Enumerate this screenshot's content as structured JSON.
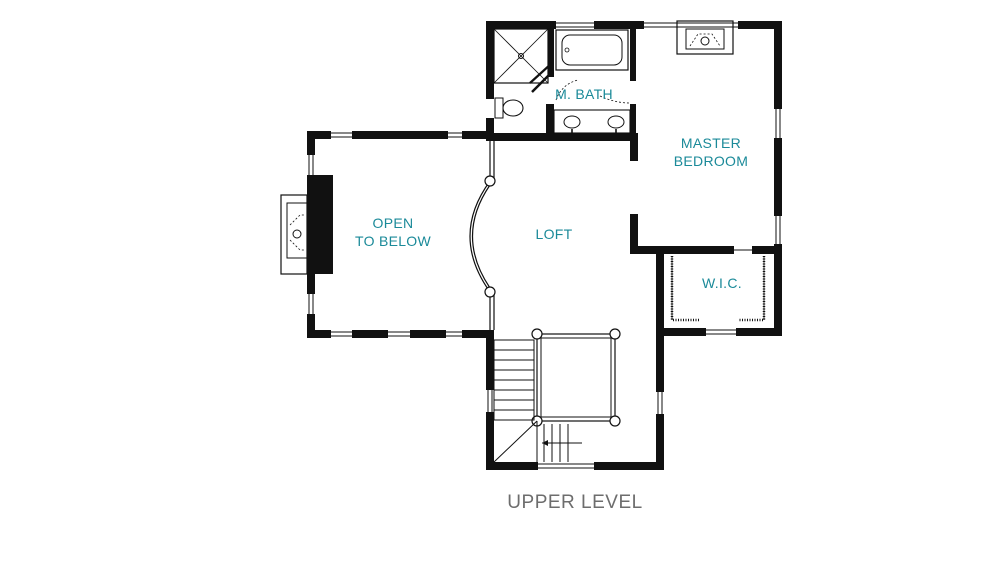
{
  "plan_title": "UPPER LEVEL",
  "colors": {
    "wall": "#111111",
    "label": "#1b8a99",
    "title": "#6d6d6d",
    "background": "#ffffff"
  },
  "rooms": {
    "m_bath": "M. BATH",
    "master_bedroom_line1": "MASTER",
    "master_bedroom_line2": "BEDROOM",
    "open_to_below_line1": "OPEN",
    "open_to_below_line2": "TO BELOW",
    "loft": "LOFT",
    "wic": "W.I.C."
  }
}
